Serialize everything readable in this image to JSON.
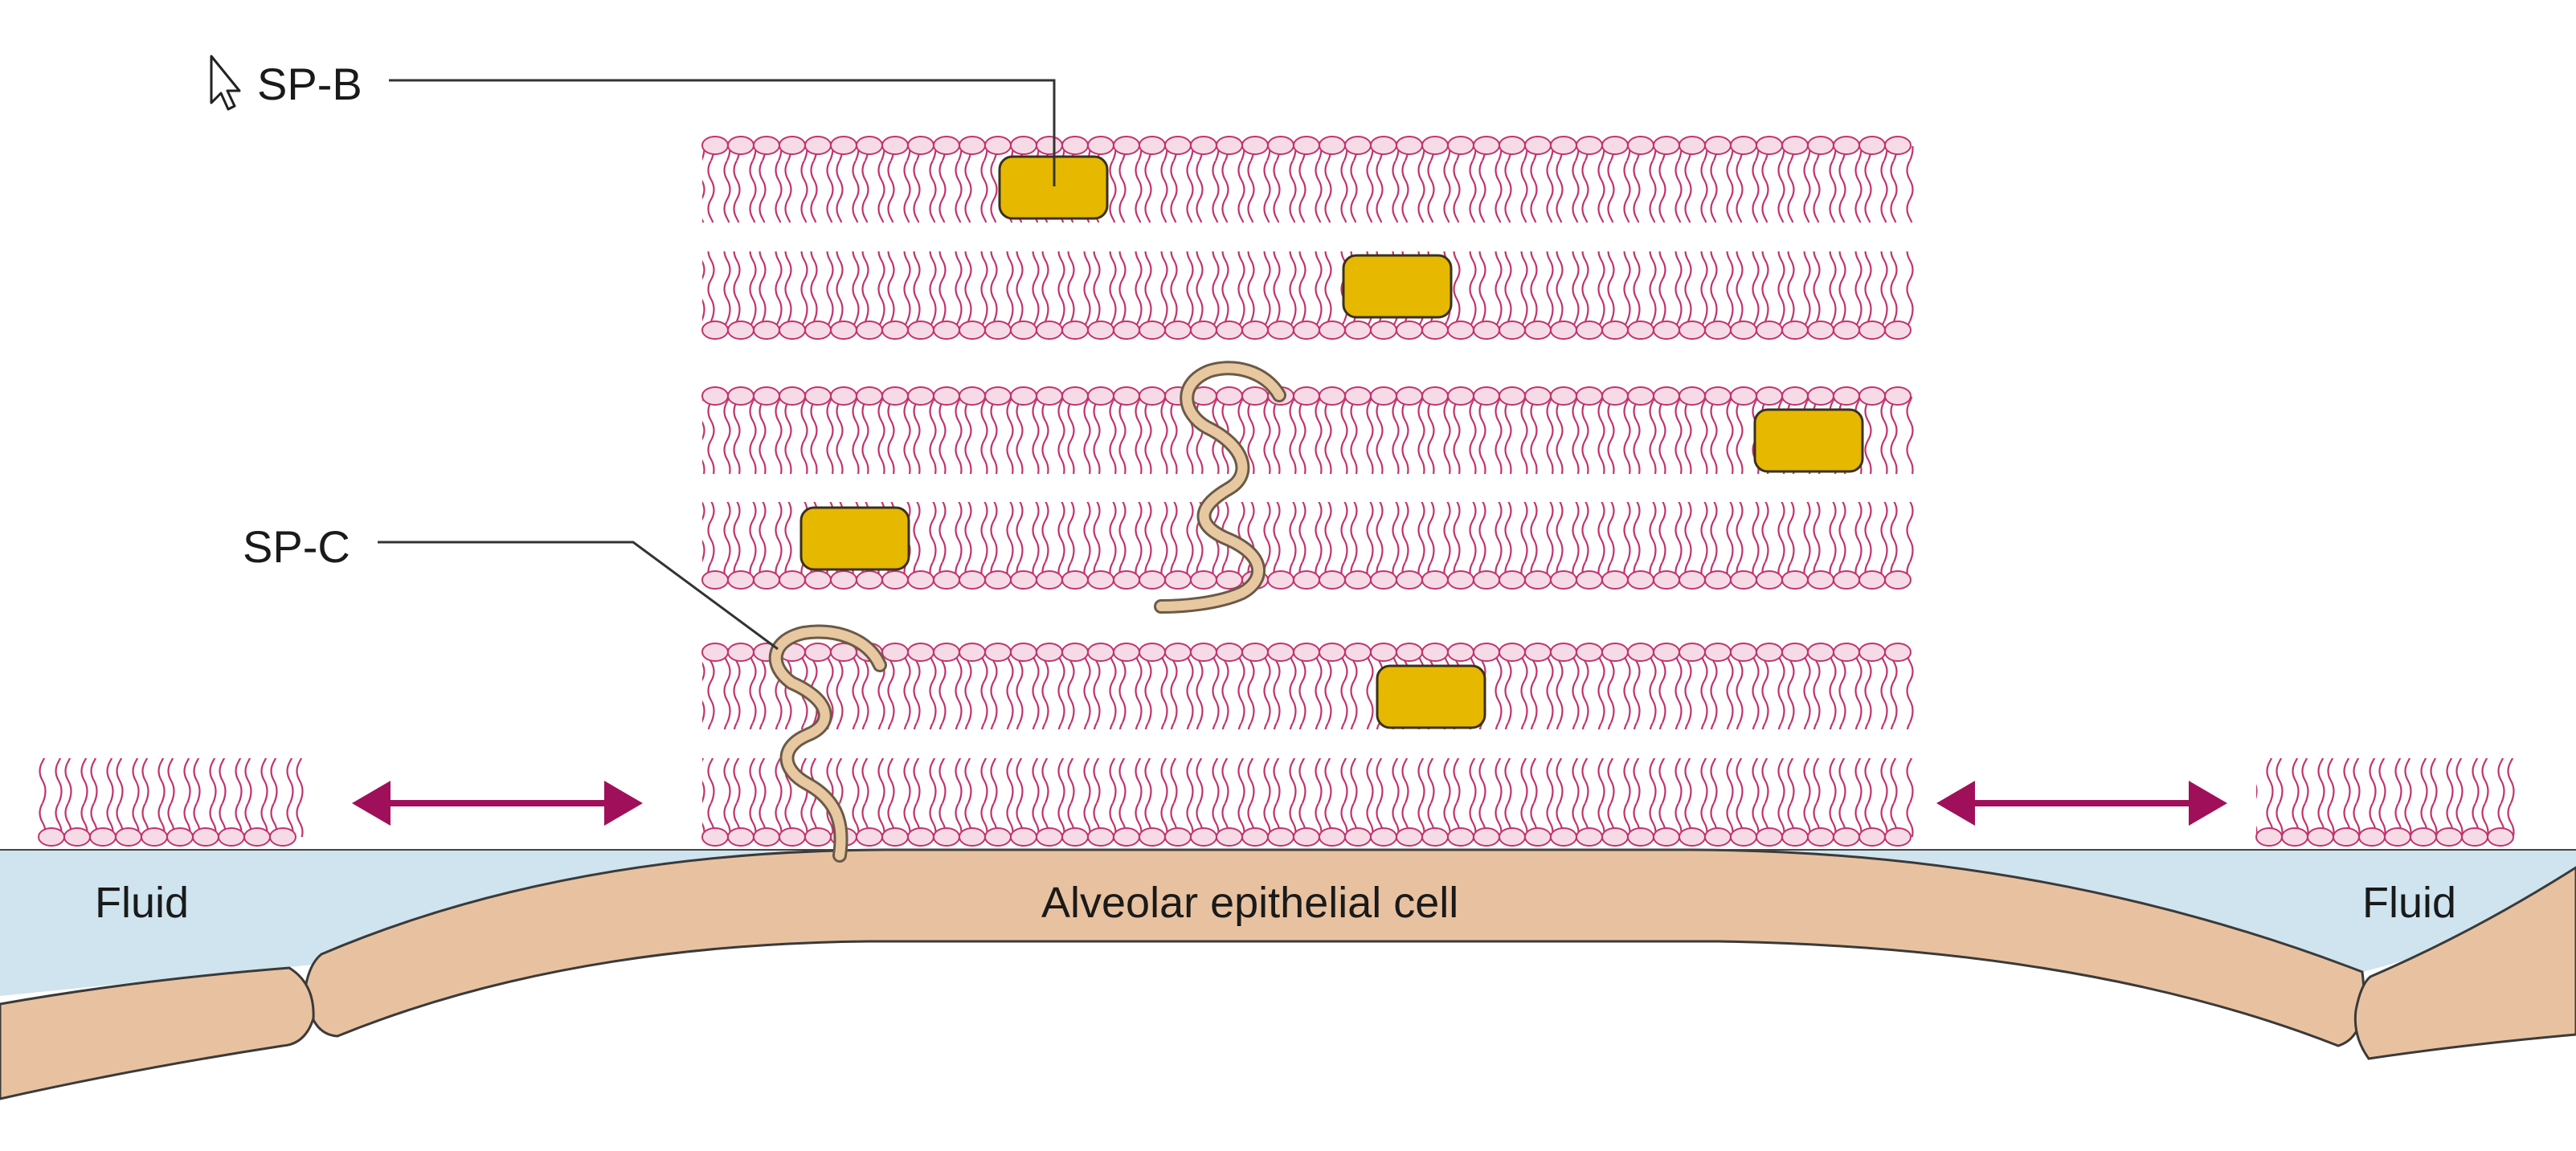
{
  "labels": {
    "sp_b": "SP-B",
    "sp_c": "SP-C",
    "fluid_left": "Fluid",
    "fluid_right": "Fluid",
    "cell": "Alveolar epithelial cell"
  },
  "colors": {
    "lipid": "#c2336e",
    "lipid_head_fill": "#f6dbe6",
    "sp_b_fill": "#e6b800",
    "sp_b_stroke": "#3a3020",
    "sp_c_fill": "#e8c8a0",
    "sp_c_stroke": "#6a5a48",
    "cell_fill": "#e8c2a0",
    "cell_stroke": "#3a3a3a",
    "fluid_fill": "#cfe4ef",
    "arrow": "#a0105a",
    "leader": "#333333"
  },
  "icons": {
    "cursor": "mouse-pointer-icon",
    "spread_arrows": "double-headed-arrow-icon"
  }
}
